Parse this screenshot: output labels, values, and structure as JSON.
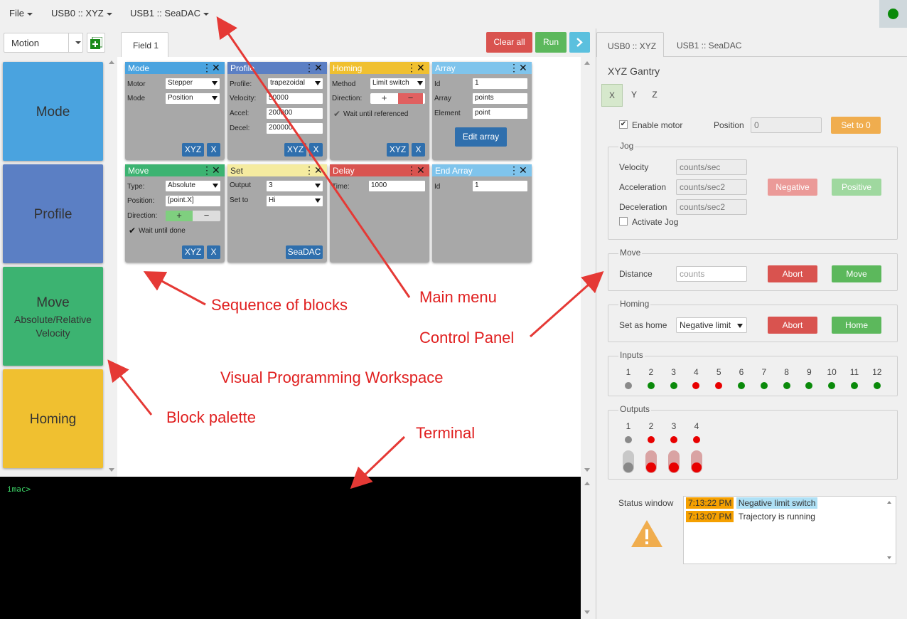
{
  "menu": {
    "file": "File",
    "usb0": "USB0 :: XYZ",
    "usb1": "USB1 :: SeaDAC"
  },
  "toolbar": {
    "category": "Motion",
    "tab": "Field 1",
    "clear_all": "Clear all",
    "run": "Run"
  },
  "palette": {
    "mode": "Mode",
    "profile": "Profile",
    "move": "Move",
    "move_sub1": "Absolute/Relative",
    "move_sub2": "Velocity",
    "homing": "Homing"
  },
  "blocks": {
    "mode": {
      "title": "Mode",
      "motor_label": "Motor",
      "motor": "Stepper",
      "mode_label": "Mode",
      "mode": "Position",
      "chip1": "XYZ",
      "chip2": "X"
    },
    "profile": {
      "title": "Profile",
      "profile_label": "Profile:",
      "profile": "trapezoidal",
      "velocity_label": "Velocity:",
      "velocity": "50000",
      "accel_label": "Accel:",
      "accel": "200000",
      "decel_label": "Decel:",
      "decel": "200000",
      "chip1": "XYZ",
      "chip2": "X"
    },
    "homing": {
      "title": "Homing",
      "method_label": "Method",
      "method": "Limit switch",
      "direction_label": "Direction:",
      "plus": "+",
      "minus": "−",
      "wait": "Wait until referenced",
      "chip1": "XYZ",
      "chip2": "X"
    },
    "array": {
      "title": "Array",
      "id_label": "Id",
      "id": "1",
      "array_label": "Array",
      "array": "points",
      "element_label": "Element",
      "element": "point",
      "edit": "Edit array"
    },
    "move": {
      "title": "Move",
      "type_label": "Type:",
      "type": "Absolute",
      "position_label": "Position:",
      "position": "[point.X]",
      "direction_label": "Direction:",
      "plus": "+",
      "minus": "−",
      "wait": "Wait until done",
      "chip1": "XYZ",
      "chip2": "X"
    },
    "set": {
      "title": "Set",
      "output_label": "Output",
      "output": "3",
      "setto_label": "Set to",
      "setto": "Hi",
      "chip": "SeaDAC"
    },
    "delay": {
      "title": "Delay",
      "time_label": "Time:",
      "time": "1000"
    },
    "endarray": {
      "title": "End Array",
      "id_label": "Id",
      "id": "1"
    }
  },
  "annotations": {
    "sequence": "Sequence of blocks",
    "main_menu": "Main menu",
    "control_panel": "Control Panel",
    "workspace": "Visual Programming Workspace",
    "palette": "Block palette",
    "terminal": "Terminal"
  },
  "terminal": {
    "prompt": "imac>"
  },
  "panel": {
    "tab_usb0": "USB0 :: XYZ",
    "tab_usb1": "USB1 :: SeaDAC",
    "title": "XYZ Gantry",
    "axes": [
      "X",
      "Y",
      "Z"
    ],
    "enable_motor": "Enable motor",
    "position_label": "Position",
    "position_value": "0",
    "set_zero": "Set to 0",
    "jog": {
      "legend": "Jog",
      "velocity_label": "Velocity",
      "velocity_ph": "counts/sec",
      "accel_label": "Acceleration",
      "accel_ph": "counts/sec2",
      "decel_label": "Deceleration",
      "decel_ph": "counts/sec2",
      "negative": "Negative",
      "positive": "Positive",
      "activate": "Activate Jog"
    },
    "move": {
      "legend": "Move",
      "distance_label": "Distance",
      "distance_ph": "counts",
      "abort": "Abort",
      "move": "Move"
    },
    "homing": {
      "legend": "Homing",
      "set_home_label": "Set as home",
      "set_home_value": "Negative limit",
      "abort": "Abort",
      "home": "Home"
    },
    "inputs": {
      "legend": "Inputs",
      "labels": [
        "1",
        "2",
        "3",
        "4",
        "5",
        "6",
        "7",
        "8",
        "9",
        "10",
        "11",
        "12"
      ],
      "states": [
        "off",
        "on",
        "on",
        "fault",
        "fault",
        "on",
        "on",
        "on",
        "on",
        "on",
        "on",
        "on"
      ]
    },
    "outputs": {
      "legend": "Outputs",
      "labels": [
        "1",
        "2",
        "3",
        "4"
      ],
      "states": [
        "off",
        "fault",
        "fault",
        "fault"
      ]
    },
    "status": {
      "label": "Status window",
      "messages": [
        {
          "time": "7:13:22 PM",
          "text": "Negative limit switch"
        },
        {
          "time": "7:13:07 PM",
          "text": "Trajectory is running"
        }
      ]
    }
  },
  "colors": {
    "on": "#0a8a0a",
    "off": "#8a8a8a",
    "fault": "#e80000",
    "mode": "#4aa3df",
    "profile": "#5b7fc4",
    "move": "#3cb371",
    "homing": "#f0c030"
  }
}
